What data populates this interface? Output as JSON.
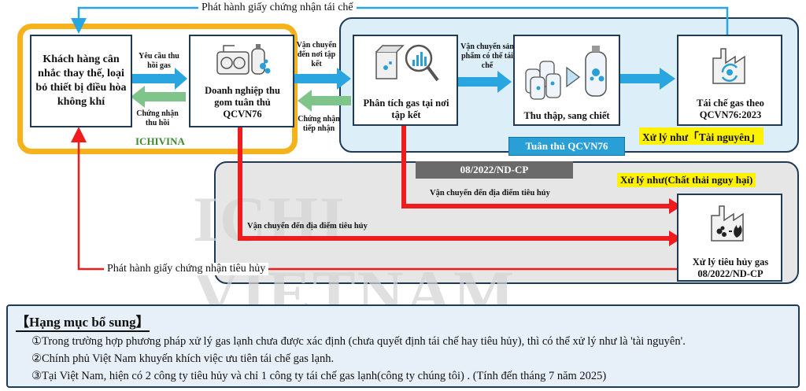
{
  "top_cert_label": "Phát hành giấy chứng nhận tái chế",
  "bottom_cert_label": "Phát hành giấy chứng nhận tiêu hủy",
  "customer_box": "Khách hàng cân nhắc thay thế, loại bỏ thiết bị điều hòa không khí",
  "request_label": "Yêu cầu thu hồi gas",
  "collect_cert_label": "Chứng nhận thu hồi",
  "ichivina_label": "ICHIVINA",
  "collector_box": "Doanh nghiệp thu gom tuân thủ QCVN76",
  "transport_hub_label": "Vận chuyển đến nơi tập kết",
  "receive_cert_label": "Chứng nhận tiếp nhận",
  "analysis_box": "Phân tích gas tại nơi tập kết",
  "transport_recyclable_label": "Vận chuyển sản phẩm có thể tái chế",
  "fill_box": "Thu thập, sang chiết",
  "recycle_box": "Tái chế gas theo QCVN76:2023",
  "resource_label": "Xử lý như「Tài nguyên」",
  "qcvn76_banner": "Tuân thủ QCVN76",
  "decree_banner": "08/2022/ND-CP",
  "hazardous_label": "Xử lý như(Chất thải nguy hại)",
  "transport_destroy_1": "Vận chuyển đến địa điểm tiêu hủy",
  "transport_destroy_2": "Vận chuyển đến địa điểm tiêu hủy",
  "destroy_box": "Xử lý tiêu hủy gas 08/2022/ND-CP",
  "watermark": "ICHI VIETNAM",
  "notes": {
    "title": "【Hạng mục bổ sung】",
    "items": [
      "①Trong trường hợp phương pháp xử lý gas lạnh chưa được xác định (chưa quyết định tái chế hay tiêu hủy), thì có thể xử lý như là 'tài nguyên'.",
      "②Chính phủ Việt Nam khuyến khích việc ưu tiên tái chế gas lạnh.",
      "③Tại Việt Nam, hiện có 2 công ty  tiêu hủy và chỉ 1 công ty tái chế gas lạnh(công ty chúng tôi) . (Tính đến tháng 7 năm 2025)"
    ]
  },
  "colors": {
    "blue_arrow": "#29a6e0",
    "green_arrow": "#7fc48a",
    "red_arrow": "#ee1c1c",
    "light_blue_panel": "#dceef8",
    "gray_panel": "#e6e6e6",
    "yellow_frame": "#f5b21a",
    "navy_border": "#1f3a57"
  }
}
